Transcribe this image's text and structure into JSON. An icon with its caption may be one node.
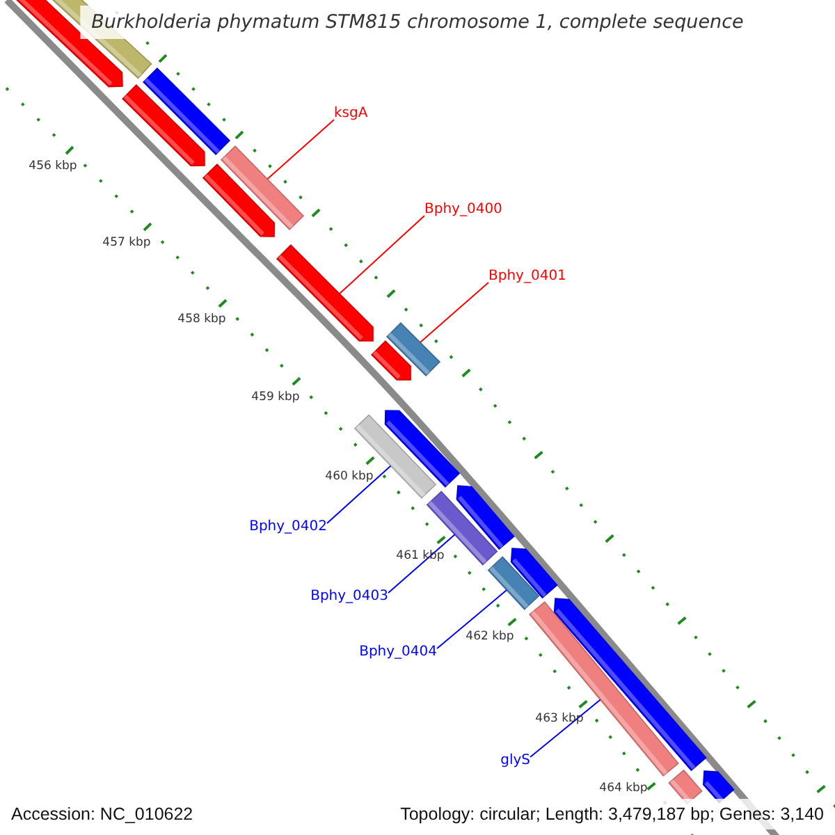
{
  "diagram": {
    "title": "Burkholderia phymatum STM815 chromosome 1, complete sequence",
    "nodes": [
      {
        "text": [
          "ksgA"
        ]
      },
      {
        "text": [
          "Bphy_0400"
        ]
      },
      {
        "text": [
          "Bphy_0401"
        ]
      },
      {
        "text": [
          "Bphy_0402"
        ]
      },
      {
        "text": [
          "Bphy_0403"
        ]
      },
      {
        "text": [
          "Bphy_0404"
        ]
      },
      {
        "text": [
          "glyS"
        ]
      },
      {
        "text": [],
        "shape": "arrow"
      },
      {
        "text": [],
        "shape": "bar"
      },
      {
        "text": [],
        "shape": "bar"
      },
      {
        "text": [],
        "shape": "arrow"
      },
      {
        "text": [],
        "shape": "bar"
      },
      {
        "text": [],
        "shape": "arrow"
      },
      {
        "text": [],
        "shape": "arrow"
      },
      {
        "text": [],
        "shape": "bar"
      },
      {
        "text": [],
        "shape": "arrow"
      },
      {
        "text": [],
        "shape": "arrow"
      },
      {
        "text": [],
        "shape": "bar"
      },
      {
        "text": [],
        "shape": "arrow"
      },
      {
        "text": [],
        "shape": "bar"
      },
      {
        "text": [],
        "shape": "arrow"
      },
      {
        "text": [],
        "shape": "bar"
      },
      {
        "text": [],
        "shape": "arrow"
      },
      {
        "text": [],
        "shape": "bar"
      },
      {
        "text": [],
        "shape": "arrow"
      },
      {
        "text": [],
        "shape": "bar"
      }
    ],
    "edges": [
      {
        "from": 0,
        "to": 11,
        "arrow": "none",
        "color": "#ff0000"
      },
      {
        "from": 1,
        "to": 13,
        "arrow": "none",
        "color": "#ff0000"
      },
      {
        "from": 2,
        "to": 14,
        "arrow": "none",
        "color": "#ff0000"
      },
      {
        "from": 3,
        "to": 17,
        "arrow": "none"
      },
      {
        "from": 4,
        "to": 19,
        "arrow": "none"
      },
      {
        "from": 5,
        "to": 21,
        "arrow": "none"
      },
      {
        "from": 6,
        "to": 23,
        "arrow": "none"
      }
    ],
    "labels": [
      "456 kbp",
      "457 kbp",
      "458 kbp",
      "459 kbp",
      "460 kbp",
      "461 kbp",
      "462 kbp",
      "463 kbp",
      "464 kbp",
      "Accession: NC_010622",
      "Topology: circular; Length: 3,479,187 bp; Genes: 3,140"
    ]
  }
}
